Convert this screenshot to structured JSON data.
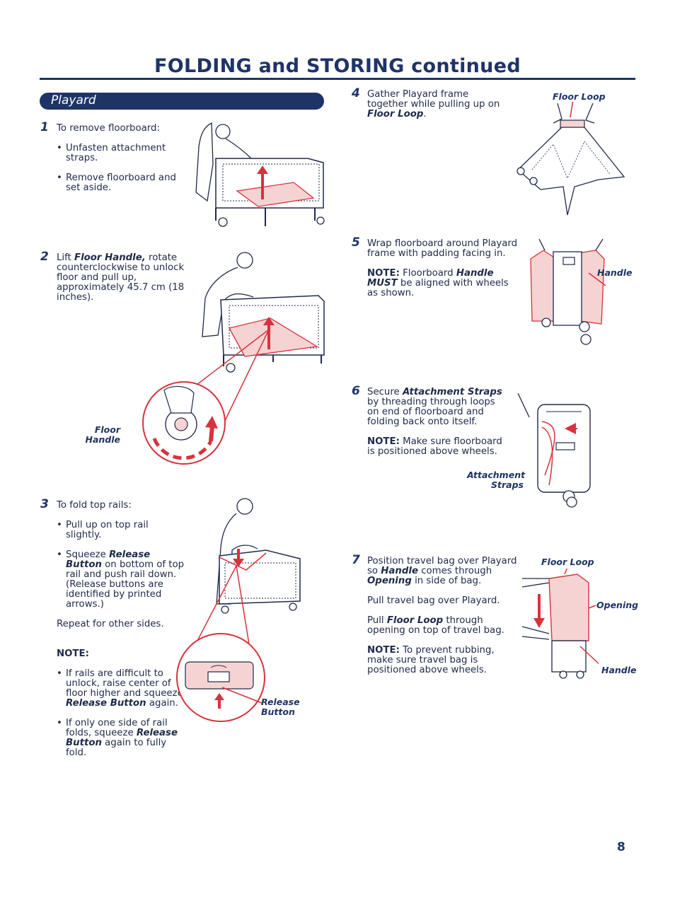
{
  "page": {
    "title": "FOLDING and STORING continued",
    "section": "Playard",
    "page_number": "8"
  },
  "steps": {
    "s1": {
      "num": "1",
      "intro": "To remove floorboard:",
      "b1": "Unfasten attachment straps.",
      "b2": "Remove floorboard and set aside."
    },
    "s2": {
      "num": "2",
      "pre": "Lift ",
      "em": "Floor Handle,",
      "post": " rotate counterclockwise to unlock floor and pull up, approximately 45.7 cm (18 inches).",
      "callout": "Floor Handle"
    },
    "s3": {
      "num": "3",
      "intro": "To fold top rails:",
      "b1": "Pull up on top rail slightly.",
      "b2_pre": "Squeeze ",
      "b2_em": "Release Button",
      "b2_post": " on bottom of top rail and push rail down.  (Release buttons are identified by printed arrows.)",
      "repeat": "Repeat for other sides.",
      "note_label": "NOTE:",
      "n1_pre": "If rails are difficult to unlock, raise center of floor higher and squeeze ",
      "n1_em": "Release Button",
      "n1_post": " again.",
      "n2_pre": "If only one side of rail folds, squeeze ",
      "n2_em": "Release Button",
      "n2_post": " again to fully fold.",
      "callout": "Release Button"
    },
    "s4": {
      "num": "4",
      "pre": "Gather Playard frame together while pulling up on ",
      "em": "Floor Loop",
      "post": ".",
      "callout": "Floor Loop"
    },
    "s5": {
      "num": "5",
      "text": "Wrap floorboard around Playard frame with padding facing in.",
      "note_label": "NOTE:",
      "note_pre": "  Floorboard ",
      "note_em": "Handle MUST",
      "note_post": " be aligned with wheels as shown.",
      "callout": "Handle"
    },
    "s6": {
      "num": "6",
      "pre": "Secure ",
      "em": "Attachment Straps",
      "post": " by threading through loops on end of floorboard and folding back onto itself.",
      "note_label": "NOTE:",
      "note_text": "  Make sure floorboard is positioned above wheels.",
      "callout_1": "Attachment",
      "callout_2": "Straps"
    },
    "s7": {
      "num": "7",
      "p1_pre": "Position travel bag over Playard so ",
      "p1_em1": "Handle",
      "p1_mid": " comes through ",
      "p1_em2": "Opening",
      "p1_post": " in side of bag.",
      "p2": "Pull travel bag over Playard.",
      "p3_pre": "Pull ",
      "p3_em": "Floor Loop",
      "p3_post": " through opening on top of travel bag.",
      "note_label": "NOTE:",
      "note_text": "  To prevent rubbing, make sure travel bag is positioned above wheels.",
      "callout_loop": "Floor Loop",
      "callout_opening": "Opening",
      "callout_handle": "Handle"
    }
  },
  "colors": {
    "navy": "#1e3467",
    "accent_red": "#d8323c",
    "pink": "#f6d3d3"
  }
}
